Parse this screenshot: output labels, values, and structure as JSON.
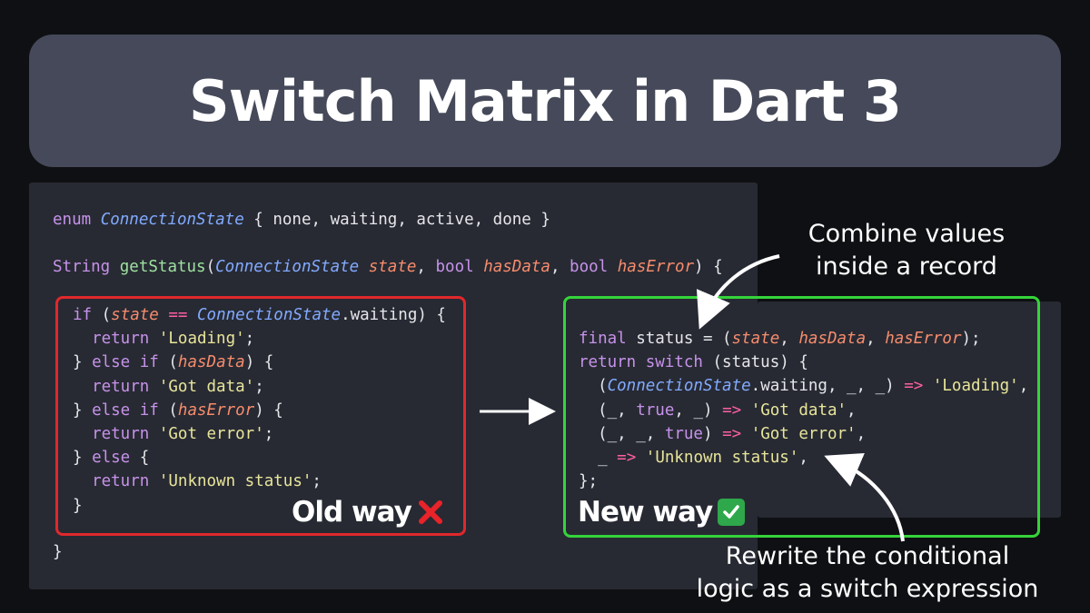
{
  "title": "Switch Matrix in Dart 3",
  "code": {
    "enum_kw": "enum",
    "enum_name": "ConnectionState",
    "enum_body": " { none, waiting, active, done }",
    "sig": {
      "ret": "String",
      "name": "getStatus",
      "p_type": "ConnectionState",
      "p1": "state",
      "bool1": "bool",
      "p2": "hasData",
      "bool2": "bool",
      "p3": "hasError"
    },
    "closing": "}"
  },
  "labels": {
    "old_way": "Old way",
    "new_way": "New way"
  },
  "annotations": {
    "record_line1": "Combine values",
    "record_line2": "inside a record",
    "switch_line1": "Rewrite the conditional",
    "switch_line2": "logic as a switch expression"
  },
  "colors": {
    "old_border": "#e0282c",
    "new_border": "#35d43a",
    "banner": "#454959",
    "panel": "#272a33"
  }
}
